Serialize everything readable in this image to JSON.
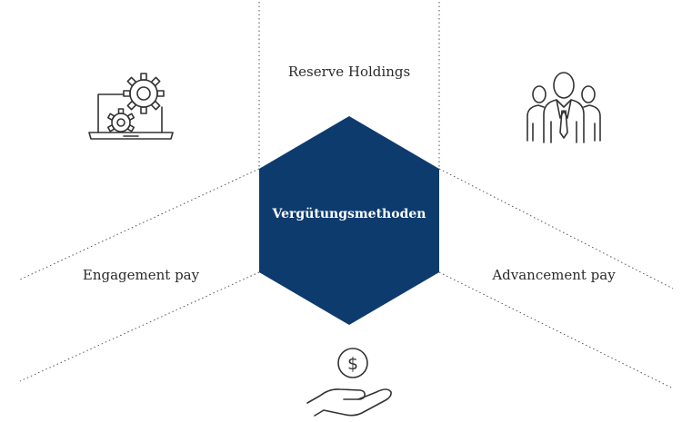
{
  "diagram": {
    "center": {
      "label": "Vergütungsmethoden"
    },
    "sectors": [
      {
        "id": "top",
        "label": "Reserve Holdings"
      },
      {
        "id": "left",
        "label": "Engagement pay"
      },
      {
        "id": "right",
        "label": "Advancement pay"
      }
    ],
    "icons": [
      {
        "sector": "top-left",
        "name": "laptop-gears-icon"
      },
      {
        "sector": "top-right",
        "name": "business-team-icon"
      },
      {
        "sector": "bottom",
        "name": "hand-dollar-coin-icon"
      }
    ]
  },
  "colors": {
    "hexagon": "#0d3b6e",
    "line": "#555555",
    "icon": "#333333",
    "text": "#2b2b2b",
    "center_text": "#ffffff"
  }
}
